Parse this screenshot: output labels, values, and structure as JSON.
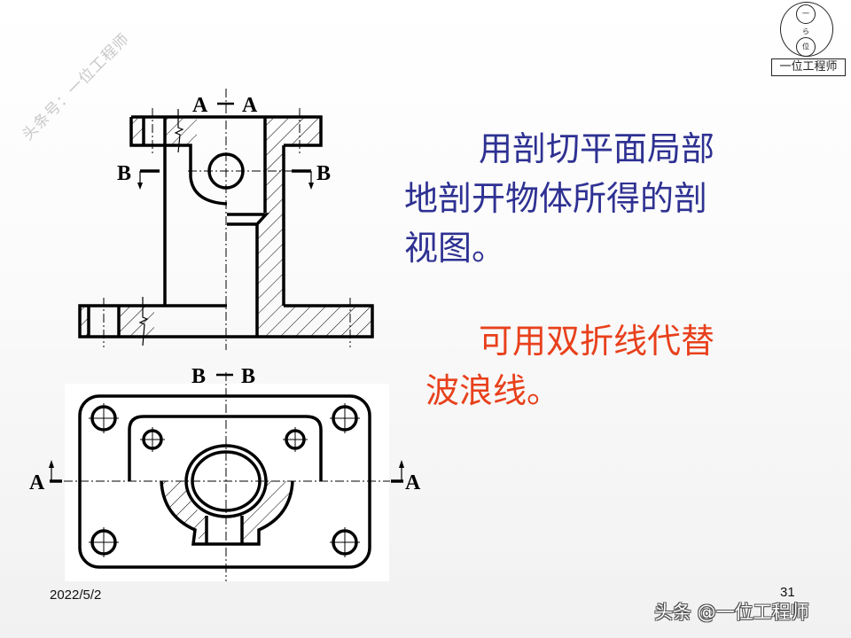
{
  "watermark": "头条号：一位工程师",
  "logo": {
    "top_char": "一",
    "mid_char": "ら",
    "bottom_char": "位",
    "label": "一位工程师"
  },
  "drawing_top": {
    "title": "A — A",
    "section_left": "B",
    "section_right": "B"
  },
  "drawing_bottom": {
    "title": "B — B",
    "section_left": "A",
    "section_right": "A"
  },
  "text": {
    "para1": "用剖切平面局部地剖开物体所得的剖视图。",
    "para1_line1": "用剖切平面局部",
    "para1_line2": "地剖开物体所得的剖",
    "para1_line3": "视图。",
    "para2_line1": "可用双折线代替",
    "para2_line2": "波浪线。"
  },
  "colors": {
    "para1": "#2e3192",
    "para2": "#e8401c"
  },
  "footer": {
    "date": "2022/5/2",
    "page_number": "31",
    "credit": "头条 @一位工程师"
  }
}
